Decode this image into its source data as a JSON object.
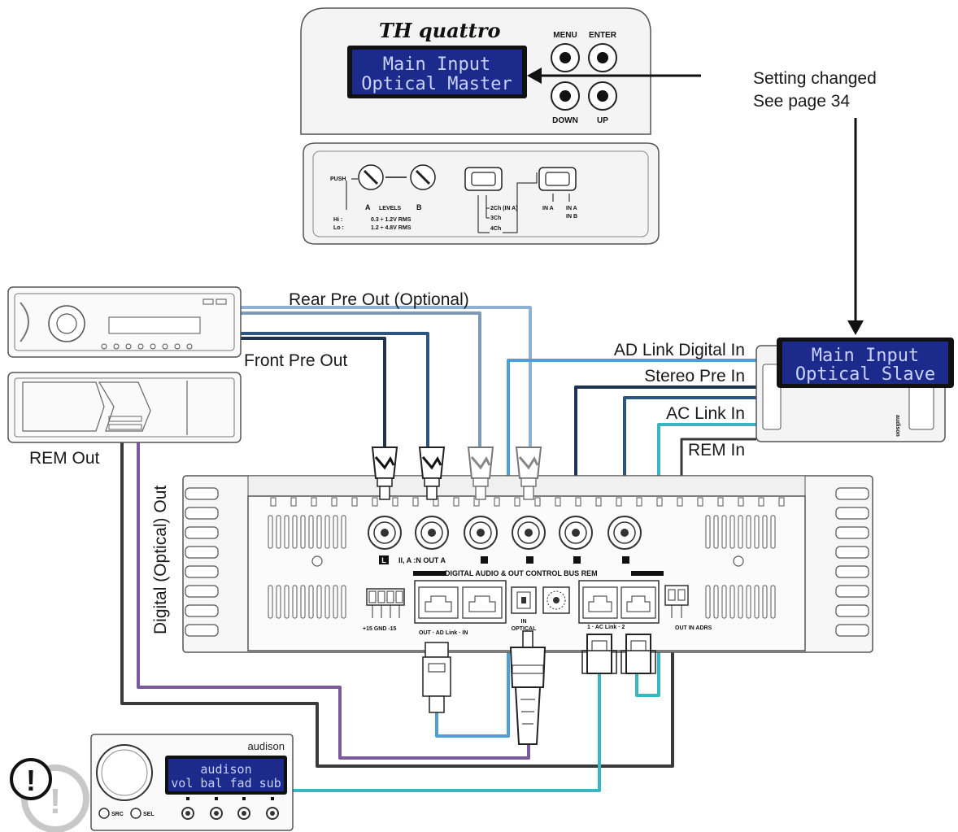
{
  "processor": {
    "brand": "TH quattro",
    "display_line1": "Main Input",
    "display_line2": "Optical Master",
    "buttons": {
      "menu": "MENU",
      "enter": "ENTER",
      "down": "DOWN",
      "up": "UP"
    },
    "push_label": "PUSH",
    "level_a": "A",
    "levels_label": "LEVELS",
    "level_b": "B",
    "hi_label": "Hi :",
    "lo_label": "Lo :",
    "hi_range": "0.3 ÷ 1.2V RMS",
    "lo_range": "1.2 ÷ 4.8V RMS",
    "mode_2ch": "2Ch (IN A)",
    "mode_3ch": "3Ch",
    "mode_4ch": "4Ch",
    "input_ina": "IN A",
    "input_ina2": "IN A",
    "input_inb": "IN B"
  },
  "callout": {
    "line1": "Setting changed",
    "line2": "See page 34"
  },
  "slave": {
    "display_line1": "Main Input",
    "display_line2": "Optical Slave",
    "side_text": "audison"
  },
  "labels": {
    "rear_pre_out": "Rear Pre Out (Optional)",
    "front_pre_out": "Front Pre Out",
    "ad_link_digital_in": "AD Link Digital In",
    "stereo_pre_in": "Stereo Pre In",
    "ac_link_in": "AC Link In",
    "rem_in": "REM In",
    "rem_out": "REM Out",
    "digital_optical_out": "Digital (Optical) Out"
  },
  "amp": {
    "rca_label_l": "L",
    "in_out_label": "II, A :N    OUT A",
    "section_label": "DIGITAL AUDIO & OUT CONTROL BUS REM",
    "terminal_label": "+15  GND  -15",
    "adlink_label": "OUT  ·  AD Link  ·  IN",
    "optical_label_1": "IN",
    "optical_label_2": "OPTICAL",
    "aclink_label": "1  ·  AC Link  ·  2",
    "rem_label": "OUT IN ADRS"
  },
  "remote": {
    "brand": "audison",
    "display_line1": "audison",
    "display_line2": "vol bal fad sub",
    "src": "SRC",
    "sel": "SEL"
  },
  "warning_symbol": "!",
  "colors": {
    "cable_dark_navy": "#1f3350",
    "cable_navy": "#2d5580",
    "cable_steel": "#7f9ab6",
    "cable_light_blue": "#8fb0d3",
    "cable_ad_link": "#4d9fd6",
    "cable_teal": "#37b7c2",
    "cable_purple": "#7a5a9c",
    "cable_dark_gray": "#3a3a3a",
    "lcd_background": "#1c2a8c",
    "lcd_text": "#c9d2ff"
  }
}
